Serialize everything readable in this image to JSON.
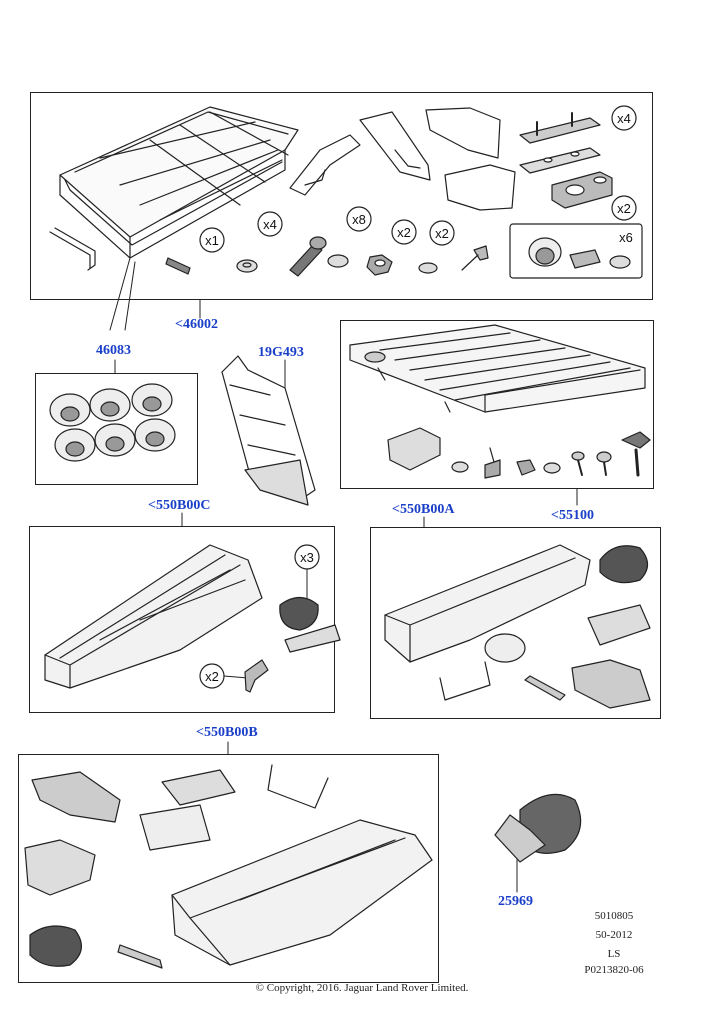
{
  "callouts": {
    "c46002": "<46002",
    "c46083": "46083",
    "c19G493": "19G493",
    "c55100": "<55100",
    "c550B00C": "<550B00C",
    "c550B00A": "<550B00A",
    "c550B00B": "<550B00B",
    "c25969": "25969"
  },
  "quantities": {
    "q_x1": "x1",
    "q_x4_bolt": "x4",
    "q_x8": "x8",
    "q_x2_a": "x2",
    "q_x2_b": "x2",
    "q_x4_plate": "x4",
    "q_x2_clamp": "x2",
    "q_x6": "x6",
    "q_x3": "x3",
    "q_x2_key": "x2"
  },
  "reference": {
    "line1": "5010805",
    "line2": "50-2012",
    "line3": "LS",
    "line4": "P0213820-06"
  },
  "copyright": "© Copyright, 2016. Jaguar Land Rover Limited.",
  "colors": {
    "callout": "#1a3fc9",
    "line": "#222222"
  }
}
